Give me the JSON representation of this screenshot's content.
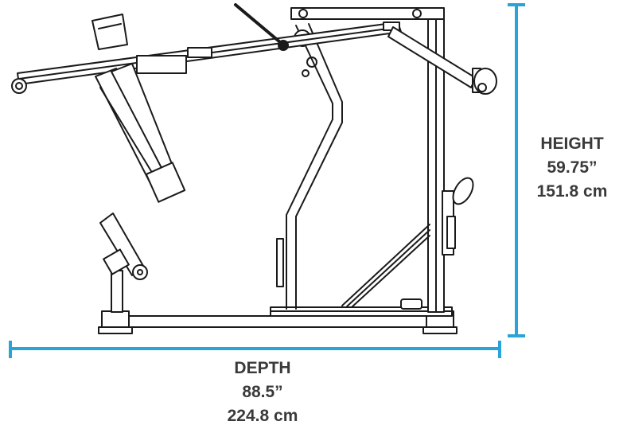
{
  "colors": {
    "dimension": "#2aa3d8",
    "line": "#1a1a1a",
    "text": "#3a3a3a"
  },
  "height": {
    "title": "HEIGHT",
    "imperial": "59.75”",
    "metric": "151.8 cm"
  },
  "depth": {
    "title": "DEPTH",
    "imperial": "88.5”",
    "metric": "224.8 cm"
  }
}
